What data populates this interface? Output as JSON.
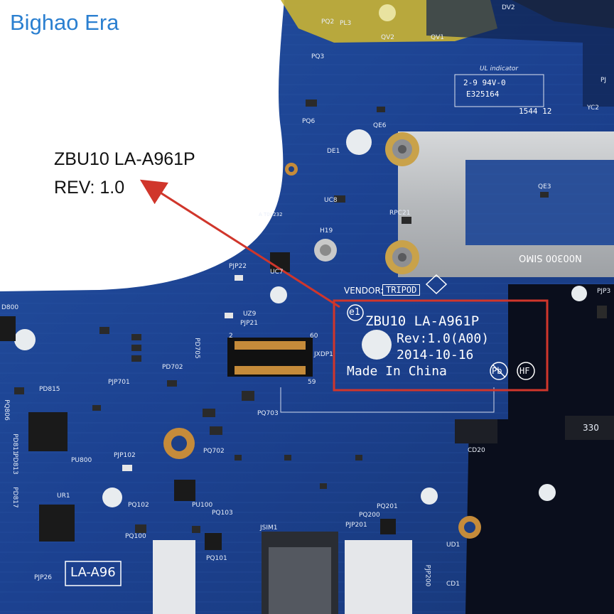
{
  "watermark": {
    "text": "Bighao Era",
    "color": "#2a7fd0"
  },
  "callout": {
    "line1": "ZBU10  LA-A961P",
    "line2": "REV: 1.0",
    "arrow_color": "#d0362b"
  },
  "silkscreen": {
    "model": "ZBU10 LA-A961P",
    "revision": "Rev:1.0(A00)",
    "date": "2014-10-16",
    "origin": "Made In China",
    "pb_mark": "Pb",
    "hf_mark": "HF",
    "rohs_mark": "e1",
    "vendor_label": "VENDOR:",
    "vendor_name": "TRIPOD",
    "board_code": "LA-A96",
    "ul_indicator": "UL indicator",
    "ul_line1": "2-9 94V-0",
    "ul_line2": "E325164",
    "ul_code": "1544 12"
  },
  "designators": {
    "pq3": "PQ3",
    "pq6": "PQ6",
    "qe6": "QE6",
    "de1": "DE1",
    "uc8": "UC8",
    "rpc21": "RPC21",
    "h19": "H19",
    "pjp22": "PJP22",
    "uc7": "UC7",
    "uz9": "UZ9",
    "pjp21": "PJP21",
    "jxdp1": "JXDP1",
    "pd702": "PD702",
    "pd705": "PD705",
    "pjp701": "PJP701",
    "pq703": "PQ703",
    "pq702": "PQ702",
    "pjp102": "PJP102",
    "pu800": "PU800",
    "pq102": "PQ102",
    "pq100": "PQ100",
    "pu100": "PU100",
    "pq103": "PQ103",
    "pq101": "PQ101",
    "pjp26": "PJP26",
    "ur1": "UR1",
    "jsim1": "JSIM1",
    "pjp201": "PJP201",
    "pq200": "PQ200",
    "pq201": "PQ201",
    "pjp200": "PJP200",
    "cd20": "CD20",
    "ud1": "UD1",
    "cd1": "CD1",
    "qe3": "QE3",
    "yc2": "YC2",
    "pjp3": "PJP3",
    "pd815": "PD815",
    "pd800": "D800",
    "pq806": "PQ806",
    "pd813": "PD813",
    "pd817": "PD817",
    "pd811": "PD811",
    "pj": "PJ",
    "pl3": "PL3",
    "pq2": "PQ2",
    "qv2": "QV2",
    "qv1": "QV1",
    "dv2": "DV2",
    "a_code": "A T00232",
    "pin2": "2",
    "pin60": "60",
    "pin59": "59",
    "cpu_code": "N00300 SIMO",
    "chip_330": "330"
  },
  "colors": {
    "pcb": "#1c3f86",
    "silk": "#ffffff",
    "heatpipe": "#b9bbbe",
    "tape": "#c9b233",
    "highlight_box": "#d0362b"
  }
}
